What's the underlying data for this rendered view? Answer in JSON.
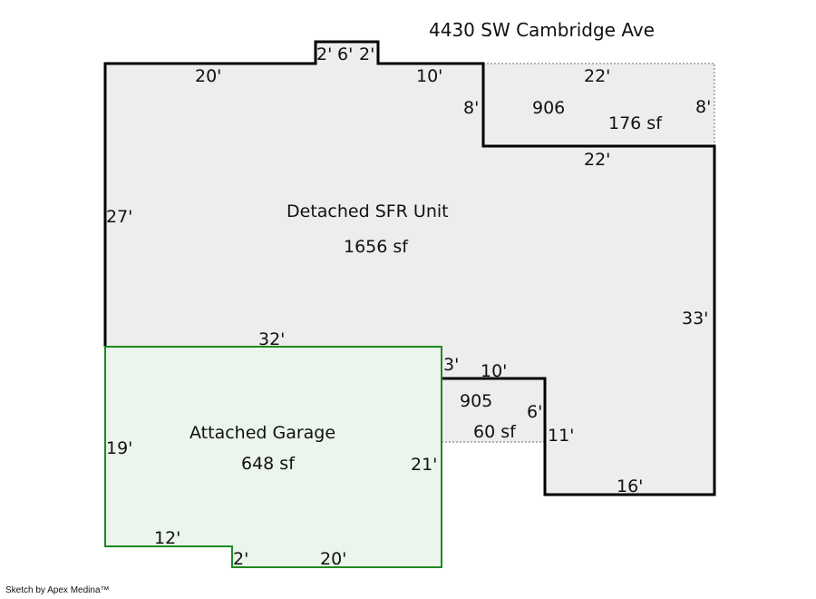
{
  "address": "4430 SW Cambridge Ave",
  "credit": "Sketch by Apex Medina™",
  "colors": {
    "main_fill": "#ededed",
    "main_stroke": "#000000",
    "garage_fill": "#ebf5eb",
    "garage_stroke": "#1f8a1f",
    "dotted_stroke": "#888888"
  },
  "areas": {
    "main": {
      "code": "",
      "name": "Detached SFR Unit",
      "area": "1656 sf"
    },
    "area_906": {
      "code": "906",
      "area": "176 sf"
    },
    "area_905": {
      "code": "905",
      "area": "60 sf"
    },
    "garage": {
      "name": "Attached Garage",
      "area": "648 sf"
    }
  },
  "dimensions": {
    "top_left": "20'",
    "bump_left": "2'",
    "bump_mid": "6'",
    "bump_right": "2'",
    "top_mid": "10'",
    "top_906": "22'",
    "left_906": "8'",
    "right_906": "8'",
    "bottom_906": "22'",
    "left_main": "27'",
    "right_main": "33'",
    "garage_top": "32'",
    "step_3": "3'",
    "step_10": "10'",
    "step_6": "6'",
    "step_11": "11'",
    "bottom_16": "16'",
    "garage_left": "19'",
    "garage_right": "21'",
    "garage_bottom_left": "12'",
    "garage_notch": "2'",
    "garage_bottom_right": "20'"
  }
}
